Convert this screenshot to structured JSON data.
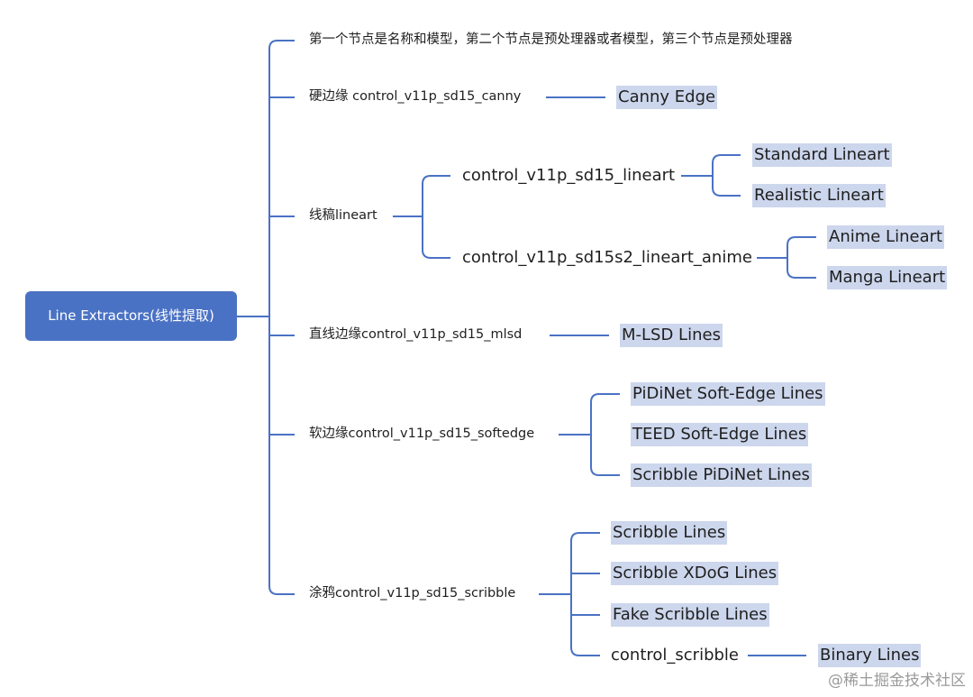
{
  "root": {
    "label": "Line Extractors(线性提取)"
  },
  "branches": [
    {
      "label": "第一个节点是名称和模型，第二个节点是预处理器或者模型，第三个节点是预处理器"
    },
    {
      "label": "硬边缘 control_v11p_sd15_canny",
      "leaves": [
        "Canny Edge"
      ]
    },
    {
      "label": "线稿lineart",
      "children": [
        {
          "label": "control_v11p_sd15_lineart",
          "leaves": [
            "Standard Lineart",
            "Realistic Lineart"
          ]
        },
        {
          "label": "control_v11p_sd15s2_lineart_anime",
          "leaves": [
            "Anime Lineart",
            "Manga Lineart"
          ]
        }
      ]
    },
    {
      "label": "直线边缘control_v11p_sd15_mlsd",
      "leaves": [
        "M-LSD Lines"
      ]
    },
    {
      "label": "软边缘control_v11p_sd15_softedge",
      "leaves": [
        "PiDiNet Soft-Edge Lines",
        "TEED Soft-Edge Lines",
        "Scribble PiDiNet Lines"
      ]
    },
    {
      "label": "涂鸦control_v11p_sd15_scribble",
      "leaves": [
        "Scribble Lines",
        "Scribble XDoG Lines",
        "Fake Scribble Lines"
      ],
      "children": [
        {
          "label": "control_scribble",
          "leaves": [
            "Binary Lines"
          ]
        }
      ]
    }
  ],
  "watermark": "@稀土掘金技术社区",
  "colors": {
    "root_fill": "#4a72c4",
    "connector": "#4a72c4",
    "leaf_highlight": "#ccd6ec"
  }
}
